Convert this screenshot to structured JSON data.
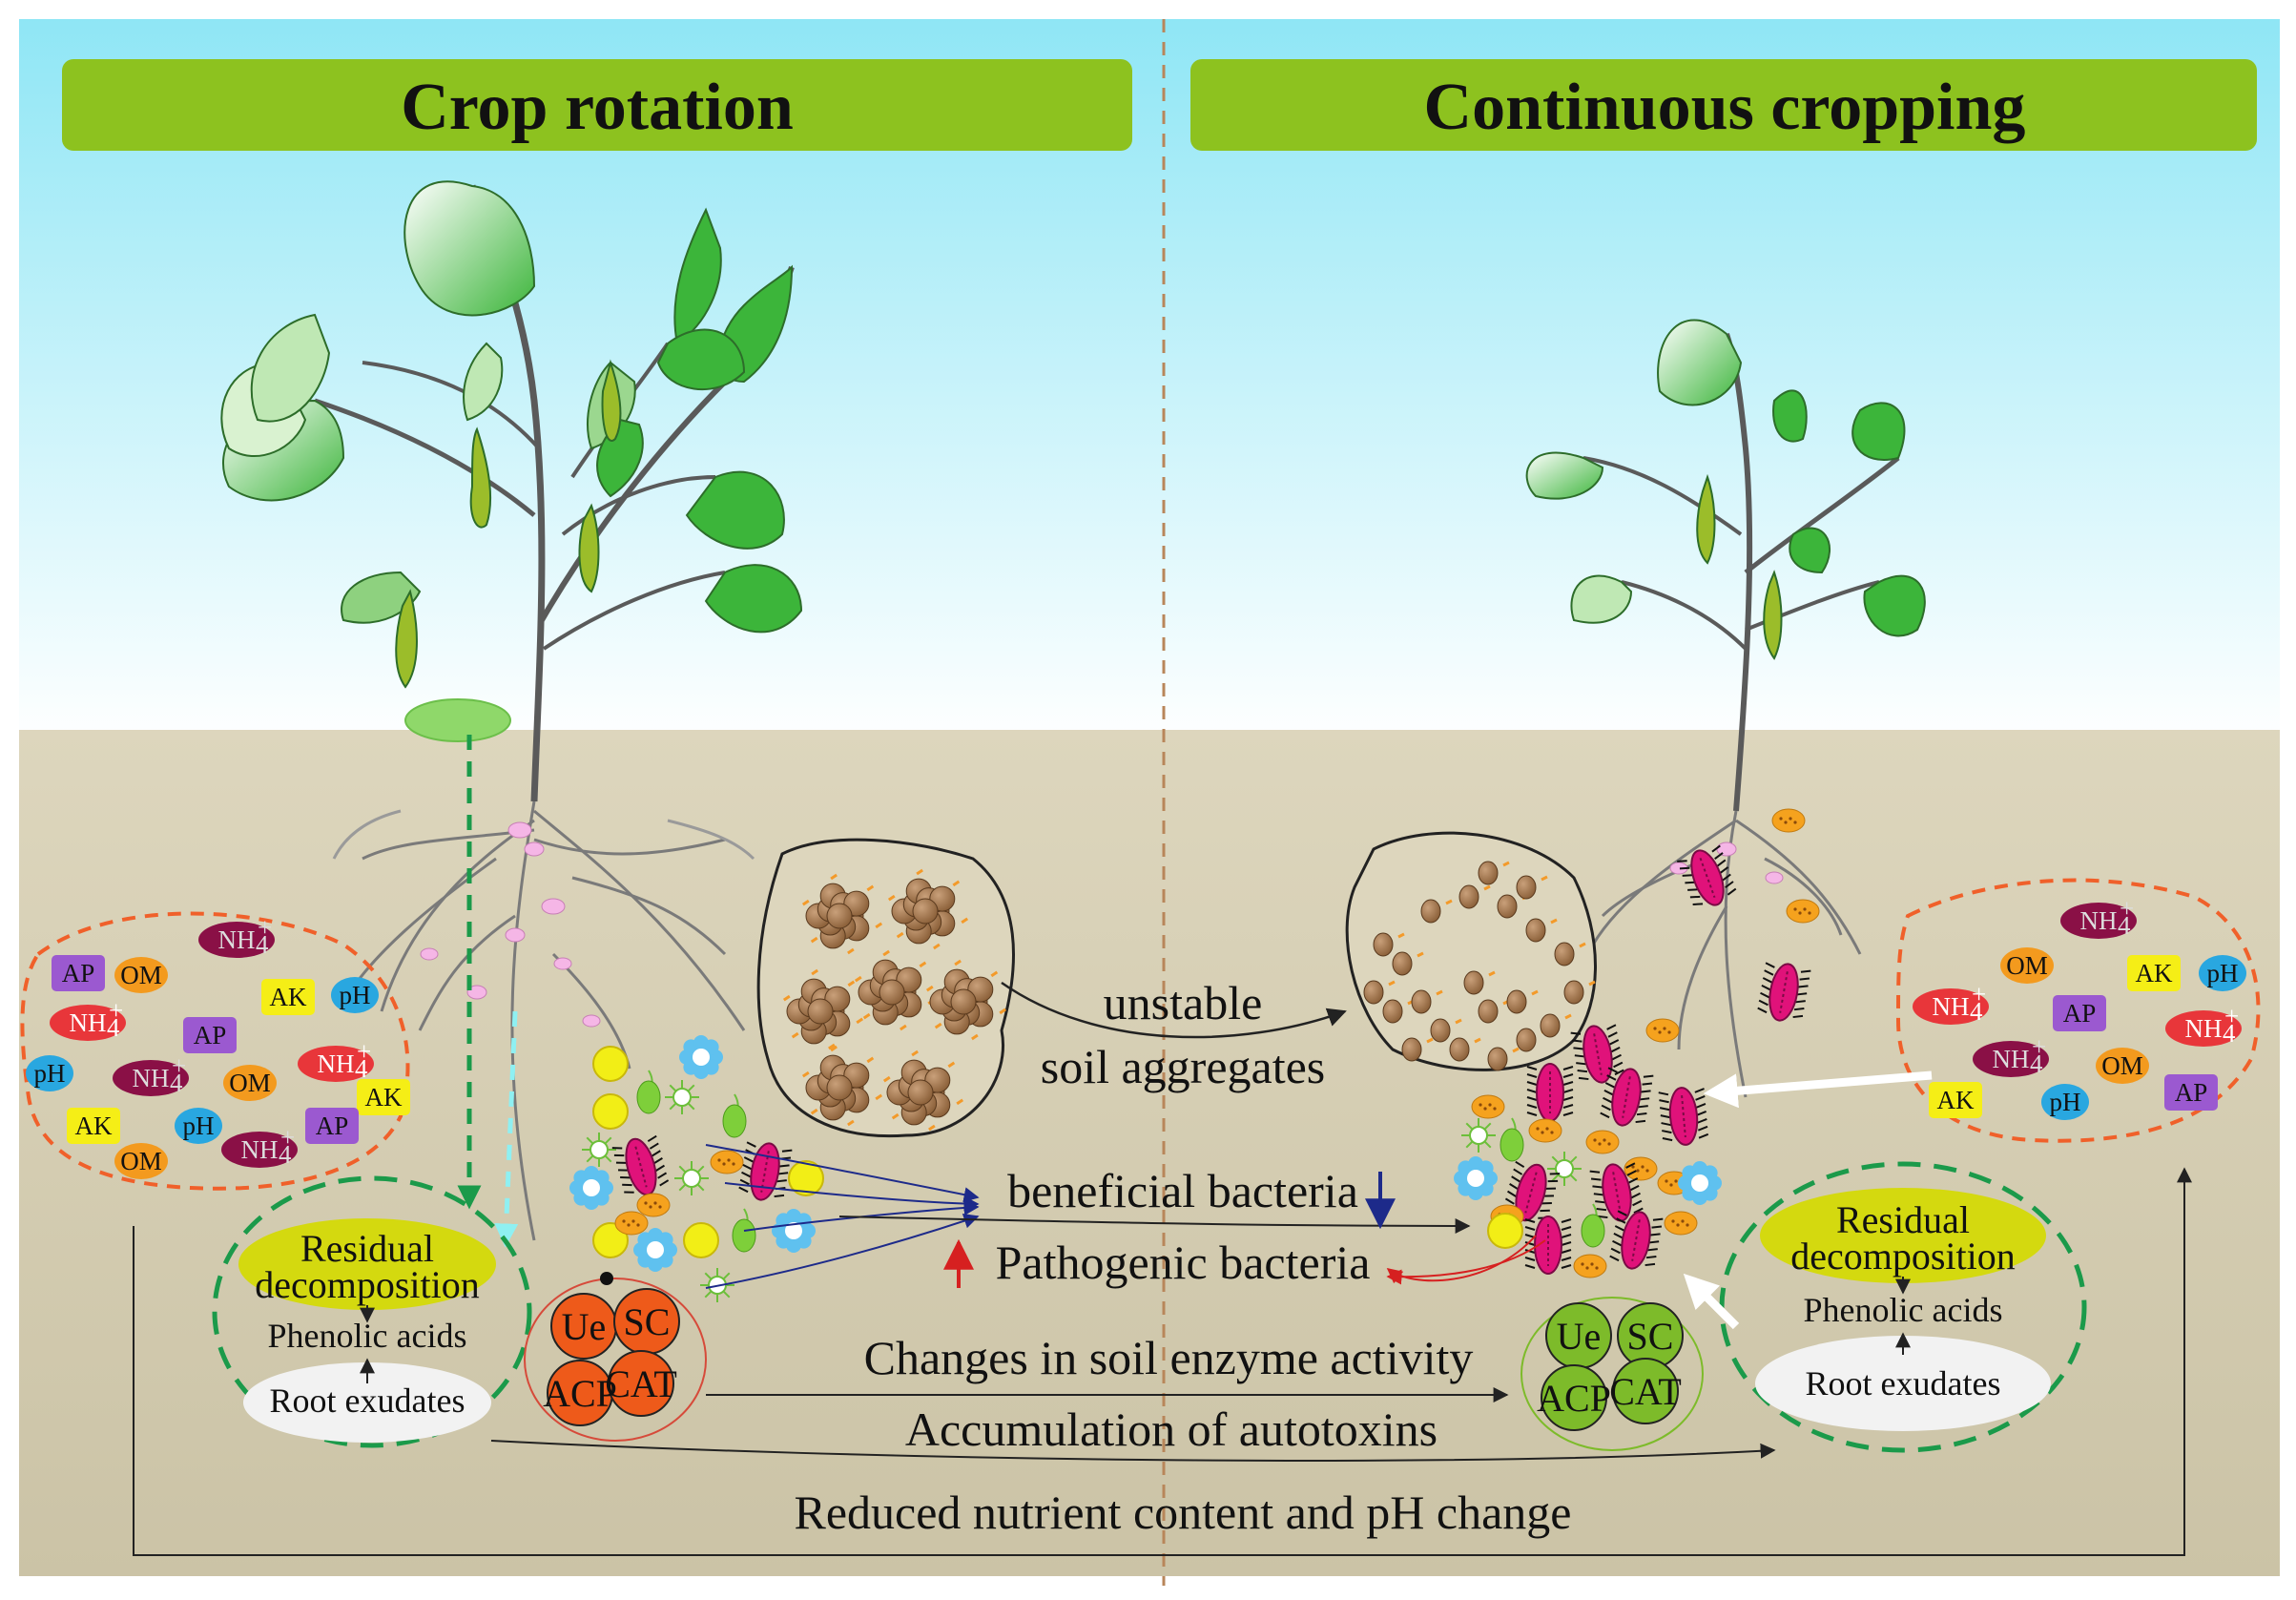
{
  "panels": {
    "left_title": "Crop rotation",
    "right_title": "Continuous cropping"
  },
  "labels": {
    "soil_aggregates_line1": "unstable",
    "soil_aggregates_line2": "soil aggregates",
    "beneficial": "beneficial bacteria",
    "pathogenic": "Pathogenic bacteria",
    "enzyme_change": "Changes in soil enzyme activity",
    "autotoxins": "Accumulation of autotoxins",
    "nutrients": "Reduced nutrient content and pH change",
    "residual_line1": "Residual",
    "residual_line2": "decomposition",
    "phenolic": "Phenolic acids",
    "root_exudates": "Root exudates"
  },
  "enzymes": {
    "ue": "Ue",
    "sc": "SC",
    "acp": "ACP",
    "cat": "CAT"
  },
  "nutrient_chips": {
    "ap": "AP",
    "om": "OM",
    "ak": "AK",
    "ph": "pH",
    "nh4": "NH",
    "nh4_sub": "4",
    "nh4_sup": "+"
  },
  "colors": {
    "sky_top": "#8fe6f5",
    "soil": "#ddd6bd",
    "banner": "#8dc21f",
    "enzyme_left": "#ee5a1a",
    "enzyme_right": "#7dbb2a",
    "leaf": "#3cb53a",
    "pod": "#9bbd2a",
    "dashed_green": "#1b9a4a",
    "dashed_orange": "#f0602a",
    "residual_yellow": "#d4d90f",
    "aggregate_brown": "#a67c52",
    "pathogen_magenta": "#e0127a"
  }
}
